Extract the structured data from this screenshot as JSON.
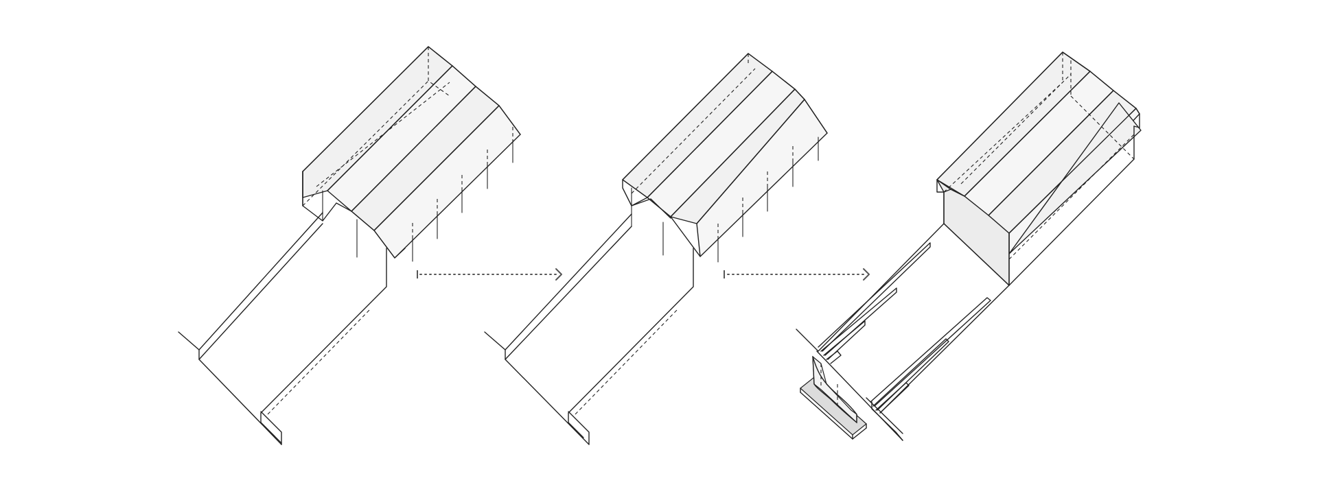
{
  "figure": {
    "stages": [
      {
        "id": "stage-1"
      },
      {
        "id": "stage-2"
      },
      {
        "id": "stage-3"
      }
    ],
    "transitions": [
      {
        "from": "stage-1",
        "to": "stage-2"
      },
      {
        "from": "stage-2",
        "to": "stage-3"
      }
    ],
    "colors": {
      "line": "#222222",
      "roof_fill": "#f1f1f1",
      "arrow": "#555555",
      "background": "#ffffff"
    }
  }
}
